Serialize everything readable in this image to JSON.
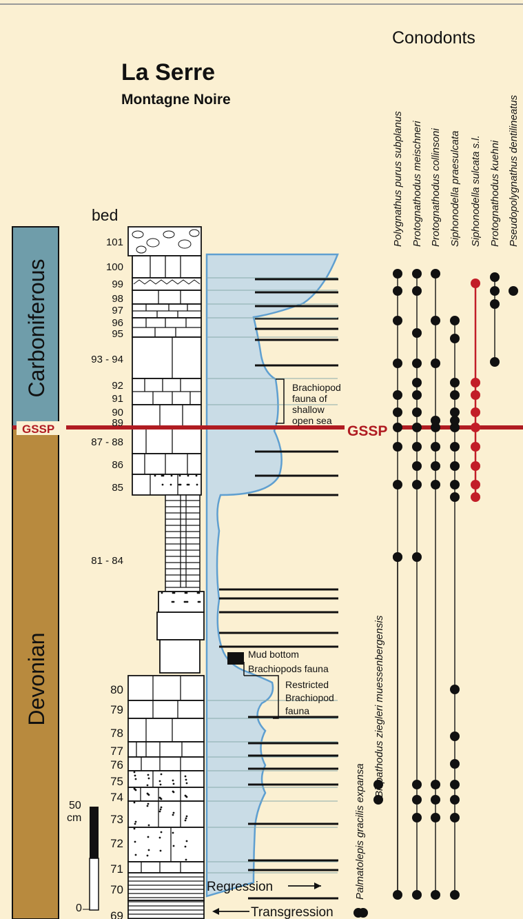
{
  "diagram": {
    "title": "La Serre",
    "subtitle": "Montagne Noire",
    "bed_header": "bed",
    "conodonts_header": "Conodonts",
    "gssp_left": "GSSP",
    "gssp_mid": "GSSP",
    "periods": {
      "upper": "Carboniferous",
      "lower": "Devonian"
    },
    "bed_labels": [
      "101",
      "100",
      "99",
      "98",
      "97",
      "96",
      "95",
      "93 - 94",
      "92",
      "91",
      "90",
      "89",
      "87 - 88",
      "86",
      "85",
      "81 - 84",
      "80",
      "79",
      "78",
      "77",
      "76",
      "75",
      "74",
      "73",
      "72",
      "71",
      "70",
      "69"
    ],
    "scale_bar": {
      "top": "50",
      "unit": "cm",
      "bottom": "0"
    },
    "annotations": {
      "shallow_sea": [
        "Brachiopod",
        "fauna of",
        "shallow",
        "open sea"
      ],
      "mud_bottom": "Mud bottom",
      "brachiopods_fauna": "Brachiopods fauna",
      "restricted": [
        "Restricted",
        "Brachiopod",
        "fauna"
      ],
      "regression": "Regression",
      "transgression": "Transgression"
    },
    "species_top": [
      "Polygnathus purus subplanus",
      "Protognathodus meischneri",
      "Protognathodus collinsoni",
      "Siphonodella praesulcata",
      "Siphonodella sulcata s.l.",
      "Protognathodus kuehni",
      "Pseudopolygnathus dentilineatus"
    ],
    "species_bottom": [
      "Palmatolepis gracilis expansa",
      "Bispathodus ziegleri muessenbergensis"
    ],
    "colors": {
      "background": "#fbf0d2",
      "carboniferous": "#6f9daa",
      "devonian": "#b88a3e",
      "gssp": "#b01c22",
      "sea": "#c9dce6",
      "sea_line": "#5f9fd0",
      "sulcata": "#c21e28"
    }
  }
}
